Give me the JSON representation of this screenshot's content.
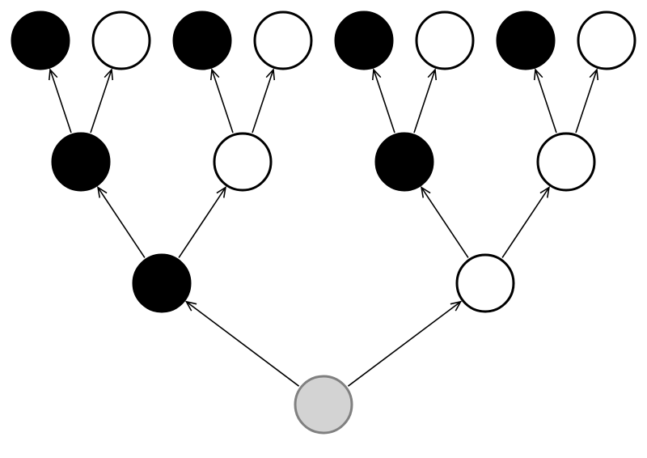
{
  "diagram": {
    "type": "binary-tree",
    "direction": "bottom-up",
    "colors": {
      "black": "#000000",
      "white": "#ffffff",
      "root_fill": "#d3d3d3",
      "root_stroke": "#808080",
      "edge": "#000000"
    },
    "levels": [
      {
        "level": 0,
        "nodes": [
          "gray"
        ]
      },
      {
        "level": 1,
        "nodes": [
          "black",
          "white"
        ]
      },
      {
        "level": 2,
        "nodes": [
          "black",
          "white",
          "black",
          "white"
        ]
      },
      {
        "level": 3,
        "nodes": [
          "black",
          "white",
          "black",
          "white",
          "black",
          "white",
          "black",
          "white"
        ]
      }
    ]
  }
}
